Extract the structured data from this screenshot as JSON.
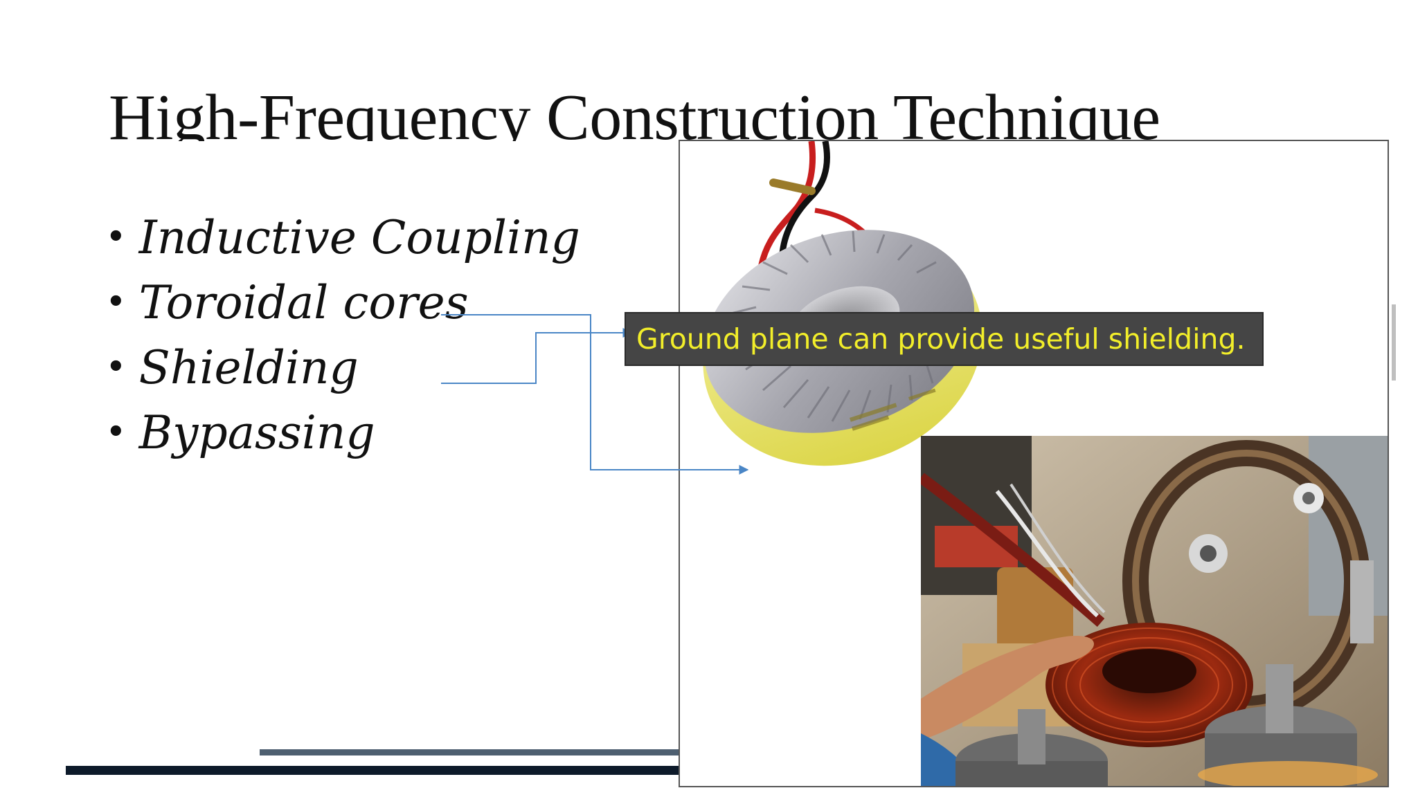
{
  "slide": {
    "title": "High-Frequency Construction Technique",
    "bullets": [
      {
        "marker": "•",
        "text": "Inductive Coupling"
      },
      {
        "marker": "•",
        "text": "Toroidal cores"
      },
      {
        "marker": "•",
        "text": "Shielding"
      },
      {
        "marker": "•",
        "text": "Bypassing"
      }
    ],
    "callout": "Ground plane can provide useful shielding."
  },
  "images": {
    "toroid_photo": "toroidal-transformer-photo",
    "winding_photo": "toroid-winding-machine-photo"
  },
  "colors": {
    "callout_background": "#454545",
    "callout_text": "#f2ee2a",
    "connector_line": "#4a86c6",
    "rule_dark": "#0d1a2a",
    "rule_light": "#4e5f70"
  }
}
